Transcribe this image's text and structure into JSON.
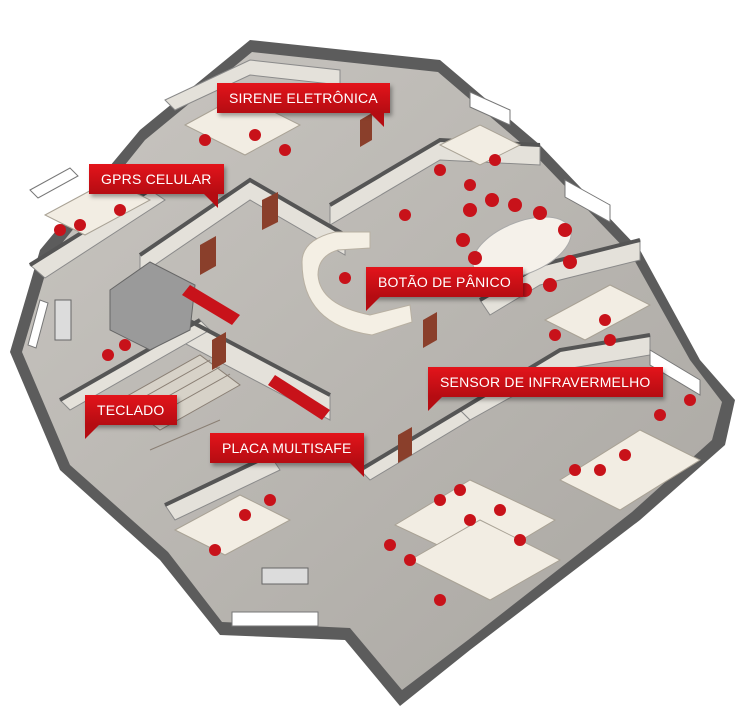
{
  "callouts": [
    {
      "id": "sirene",
      "label": "SIRENE ELETRÔNICA"
    },
    {
      "id": "gprs",
      "label": "GPRS CELULAR"
    },
    {
      "id": "panico",
      "label": "BOTÃO DE PÂNICO"
    },
    {
      "id": "sensor",
      "label": "SENSOR DE INFRAVERMELHO"
    },
    {
      "id": "teclado",
      "label": "TECLADO"
    },
    {
      "id": "placa",
      "label": "PLACA MULTISAFE"
    }
  ],
  "colors": {
    "callout": "#d31118",
    "wall": "#dedbd3",
    "wall_top": "#6b6b6b",
    "floor": "#bdbab5",
    "chair": "#c8121a",
    "desk": "#f1ece2"
  }
}
